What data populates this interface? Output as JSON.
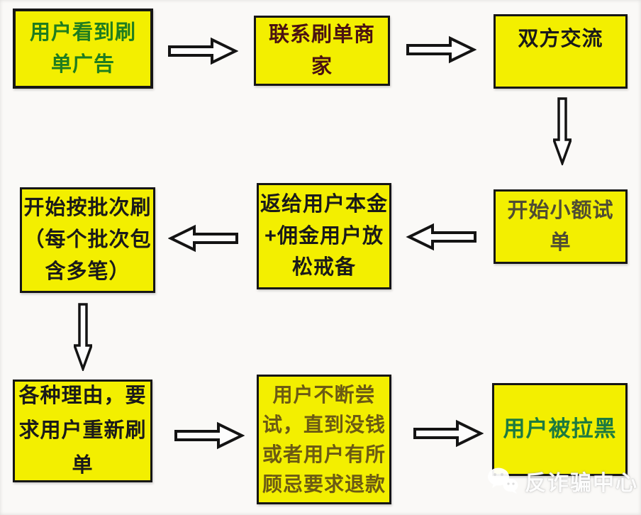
{
  "page": {
    "background_color": "#faf9f7",
    "node_fill_color": "#f3ef00",
    "node_border_color": "#161616",
    "arrow_fill_color": "#fdfdfd",
    "arrow_stroke_color": "#141414"
  },
  "flowchart": {
    "nodes": {
      "see_ad": {
        "label": "用户看到刷\n单广告",
        "text_color": "#1f7d1f"
      },
      "contact_merchant": {
        "label": "联系刷单商\n家",
        "text_color": "#4a1212"
      },
      "communicate": {
        "label": "双方交流",
        "text_color": "#1a1a1a"
      },
      "small_trial": {
        "label": "开始小额试\n单",
        "text_color": "#4f4c33"
      },
      "return_principal": {
        "label": "返给用户本金\n+佣金用户放\n松戒备",
        "text_color": "#1a1a1a"
      },
      "batch_orders": {
        "label": "开始按批次刷\n（每个批次包\n含多笔）",
        "text_color": "#1a1a1a"
      },
      "excuses": {
        "label": "各种理由，要\n求用户重新刷\n单",
        "text_color": "#1a1a1a"
      },
      "keep_trying": {
        "label": "用户不断尝\n试，直到没钱\n或者用户有所\n顾忌要求退款",
        "text_color": "#6b5a14"
      },
      "blacklisted": {
        "label": "用户被拉黑",
        "text_color": "#1c7a40"
      }
    },
    "edges": [
      {
        "from": "see_ad",
        "to": "contact_merchant",
        "direction": "right"
      },
      {
        "from": "contact_merchant",
        "to": "communicate",
        "direction": "right"
      },
      {
        "from": "communicate",
        "to": "small_trial",
        "direction": "down"
      },
      {
        "from": "small_trial",
        "to": "return_principal",
        "direction": "left"
      },
      {
        "from": "return_principal",
        "to": "batch_orders",
        "direction": "left"
      },
      {
        "from": "batch_orders",
        "to": "excuses",
        "direction": "down"
      },
      {
        "from": "excuses",
        "to": "keep_trying",
        "direction": "right"
      },
      {
        "from": "keep_trying",
        "to": "blacklisted",
        "direction": "right"
      }
    ]
  },
  "watermark": {
    "label": "反诈骗中心",
    "icon": "wechat-icon",
    "text_color": "#ffffff"
  }
}
